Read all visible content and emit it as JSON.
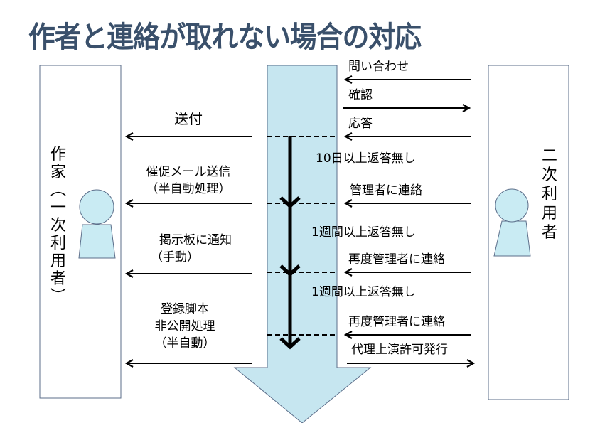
{
  "title": "作者と連絡が取れない場合の対応",
  "actors": {
    "left": {
      "label_lines": [
        "作",
        "家",
        "︵",
        "一",
        "次",
        "利",
        "用",
        "者",
        "︶"
      ],
      "label": "作家（一次利用者）",
      "icon": "person-icon"
    },
    "right": {
      "label_lines": [
        "二",
        "次",
        "利",
        "用",
        "者"
      ],
      "label": "二次利用者",
      "icon": "person-icon"
    }
  },
  "colors": {
    "title": "#3a506b",
    "flow_arrow_fill": "#c6e6f0",
    "person_fill": "#c9ebf3",
    "box_border": "#5b6e8a",
    "arrow": "#000000"
  },
  "right_messages": [
    {
      "label": "問い合わせ",
      "direction": "to-left"
    },
    {
      "label": "確認",
      "direction": "to-right"
    },
    {
      "label": "応答",
      "direction": "to-left"
    },
    {
      "label": "管理者に連絡",
      "direction": "to-left"
    },
    {
      "label": "再度管理者に連絡",
      "direction": "to-left"
    },
    {
      "label": "再度管理者に連絡",
      "direction": "to-left"
    },
    {
      "label": "代理上演許可発行",
      "direction": "to-right"
    }
  ],
  "waits": [
    {
      "label": "10日以上返答無し"
    },
    {
      "label": "1週間以上返答無し"
    },
    {
      "label": "1週間以上返答無し"
    }
  ],
  "left_messages": [
    {
      "lines": [
        "送付"
      ],
      "direction": "to-left"
    },
    {
      "lines": [
        "催促メール送信",
        "（半自動処理）"
      ],
      "direction": "to-left"
    },
    {
      "lines": [
        "掲示板に通知",
        "（手動）"
      ],
      "direction": "to-left"
    },
    {
      "lines": [
        "登録脚本",
        "非公開処理",
        "（半自動）"
      ],
      "direction": "to-left"
    }
  ]
}
